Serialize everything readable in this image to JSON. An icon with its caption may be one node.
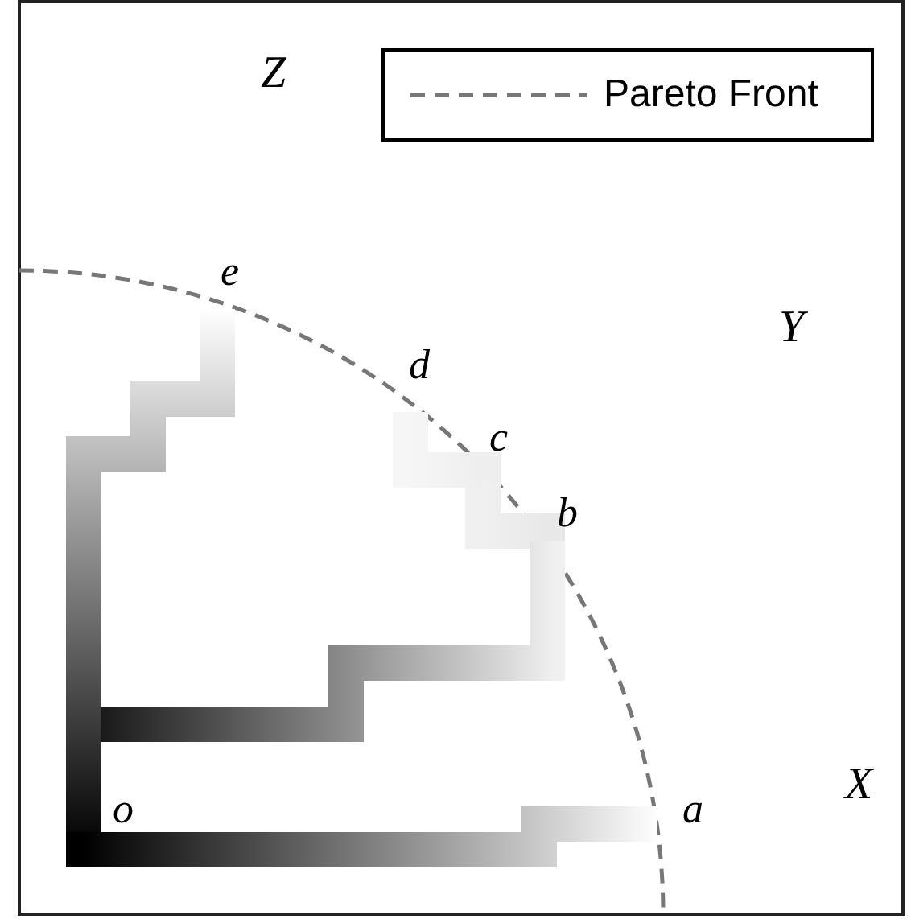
{
  "diagram": {
    "nodes": [
      {
        "text": [
          "e"
        ]
      },
      {
        "text": [
          "d"
        ]
      },
      {
        "text": [
          "c"
        ]
      },
      {
        "text": [
          "b"
        ]
      },
      {
        "text": [
          "o"
        ]
      },
      {
        "text": [
          "a"
        ]
      }
    ],
    "edges": [
      {
        "from": 4,
        "to": 5,
        "arrow": "none"
      },
      {
        "from": 4,
        "to": 0,
        "arrow": "none"
      },
      {
        "from": 4,
        "to": 3,
        "arrow": "none"
      },
      {
        "from": 3,
        "to": 2,
        "arrow": "none"
      },
      {
        "from": 2,
        "to": 1,
        "arrow": "none"
      }
    ],
    "labels": [
      "Z",
      "Y",
      "X"
    ],
    "legend": [
      {
        "text": "Pareto Front"
      }
    ]
  }
}
